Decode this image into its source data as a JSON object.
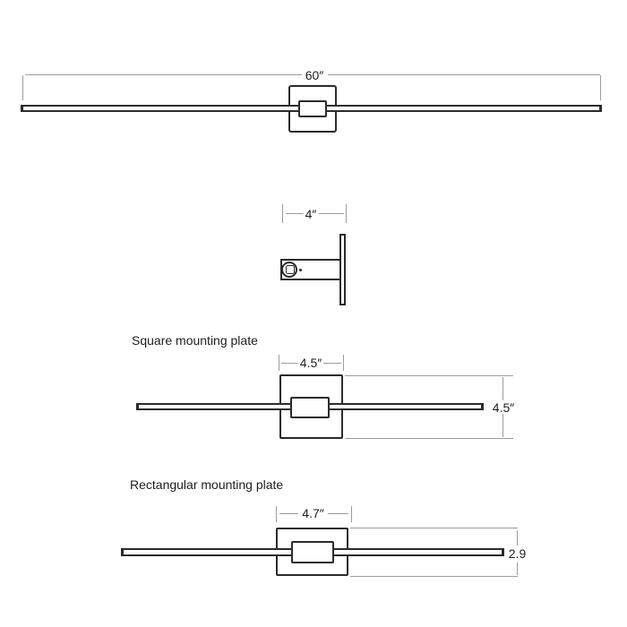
{
  "front_view": {
    "length_dimension": "60″"
  },
  "side_view": {
    "depth_dimension": "4″"
  },
  "square_plate_view": {
    "heading": "Square mounting plate",
    "width_dimension": "4.5″",
    "height_dimension": "4.5″"
  },
  "rect_plate_view": {
    "heading": "Rectangular mounting plate",
    "width_dimension": "4.7″",
    "height_dimension": "2.9"
  },
  "colors": {
    "outline": "#2b2b2b",
    "dimension_line": "#9c9c9c",
    "text": "#1d1d1d",
    "background": "#ffffff"
  }
}
